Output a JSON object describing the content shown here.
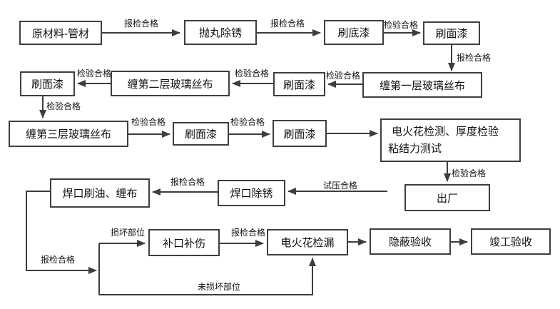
{
  "colors": {
    "line": "#3d3d3d",
    "box_border": "#3f3f3f",
    "text": "#111111",
    "bg": "#ffffff"
  },
  "nodes": {
    "raw_material": "原材料-管材",
    "shot_blast": "抛丸除锈",
    "primer": "刷底漆",
    "topcoat_r1": "刷面漆",
    "wrap_layer1": "缠第一层玻璃丝布",
    "topcoat_r2_mid": "刷面漆",
    "wrap_layer2": "缠第二层玻璃丝布",
    "topcoat_r2_left": "刷面漆",
    "wrap_layer3": "缠第三层玻璃丝布",
    "topcoat_r3_a": "刷面漆",
    "topcoat_r3_b": "刷面漆",
    "spark_test_line1": "电火花检测、厚度检验",
    "spark_test_line2": "粘结力测试",
    "delivery": "出厂",
    "weld_oil_wrap": "焊口刷油、缠布",
    "weld_derust": "焊口除锈",
    "joint_repair": "补口补伤",
    "spark_leak_check": "电火花检漏",
    "hidden_acceptance": "隐蔽验收",
    "completion_acceptance": "竣工验收"
  },
  "edge_labels": {
    "report_pass_1": "报检合格",
    "report_pass_2": "报检合格",
    "check_pass_1": "检验合格",
    "report_pass_3": "报检合格",
    "check_pass_2": "检验合格",
    "check_pass_3": "检验合格",
    "check_pass_4": "检验合格",
    "check_pass_5": "检验合格",
    "check_pass_6": "检验合格",
    "check_pass_7": "检验合格",
    "check_pass_8": "检验合格",
    "report_pass_4": "报检合格",
    "pressure_pass": "试压合格",
    "report_pass_5": "报检合格",
    "damaged_part": "损坏部位",
    "report_pass_6": "报检合格",
    "undamaged_part": "未损坏部位"
  }
}
